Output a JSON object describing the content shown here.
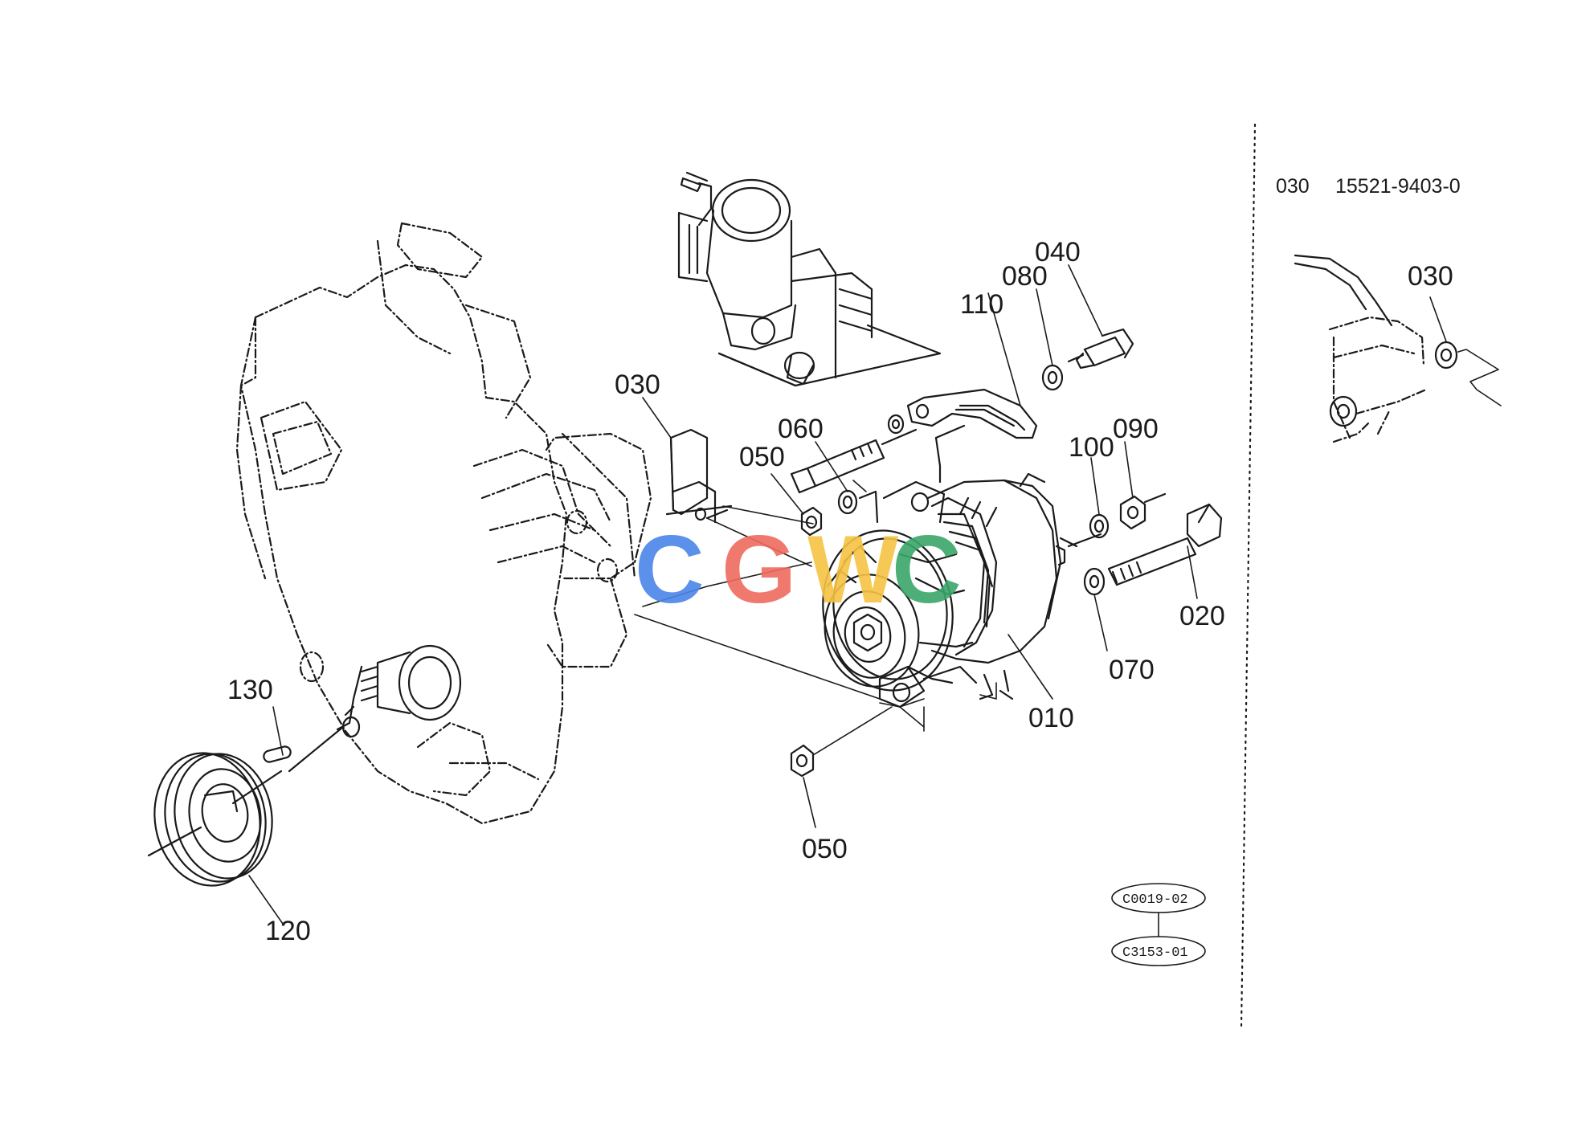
{
  "parts": [
    {
      "key": "p010",
      "label": "010"
    },
    {
      "key": "p020",
      "label": "020"
    },
    {
      "key": "p030",
      "label": "030"
    },
    {
      "key": "p040",
      "label": "040"
    },
    {
      "key": "p050a",
      "label": "050"
    },
    {
      "key": "p050b",
      "label": "050"
    },
    {
      "key": "p060",
      "label": "060"
    },
    {
      "key": "p070",
      "label": "070"
    },
    {
      "key": "p080",
      "label": "080"
    },
    {
      "key": "p090",
      "label": "090"
    },
    {
      "key": "p100",
      "label": "100"
    },
    {
      "key": "p110",
      "label": "110"
    },
    {
      "key": "p120",
      "label": "120"
    },
    {
      "key": "p130",
      "label": "130"
    }
  ],
  "inset": {
    "part_no": "030",
    "part_number": "15521-9403-0",
    "callout": "030"
  },
  "refs": [
    "C0019-02",
    "C3153-01"
  ],
  "watermark": {
    "letters": [
      "C",
      "G",
      "W",
      "C"
    ],
    "colors": [
      "#4a86e8",
      "#ef6b5f",
      "#f6c343",
      "#3aa669"
    ]
  }
}
